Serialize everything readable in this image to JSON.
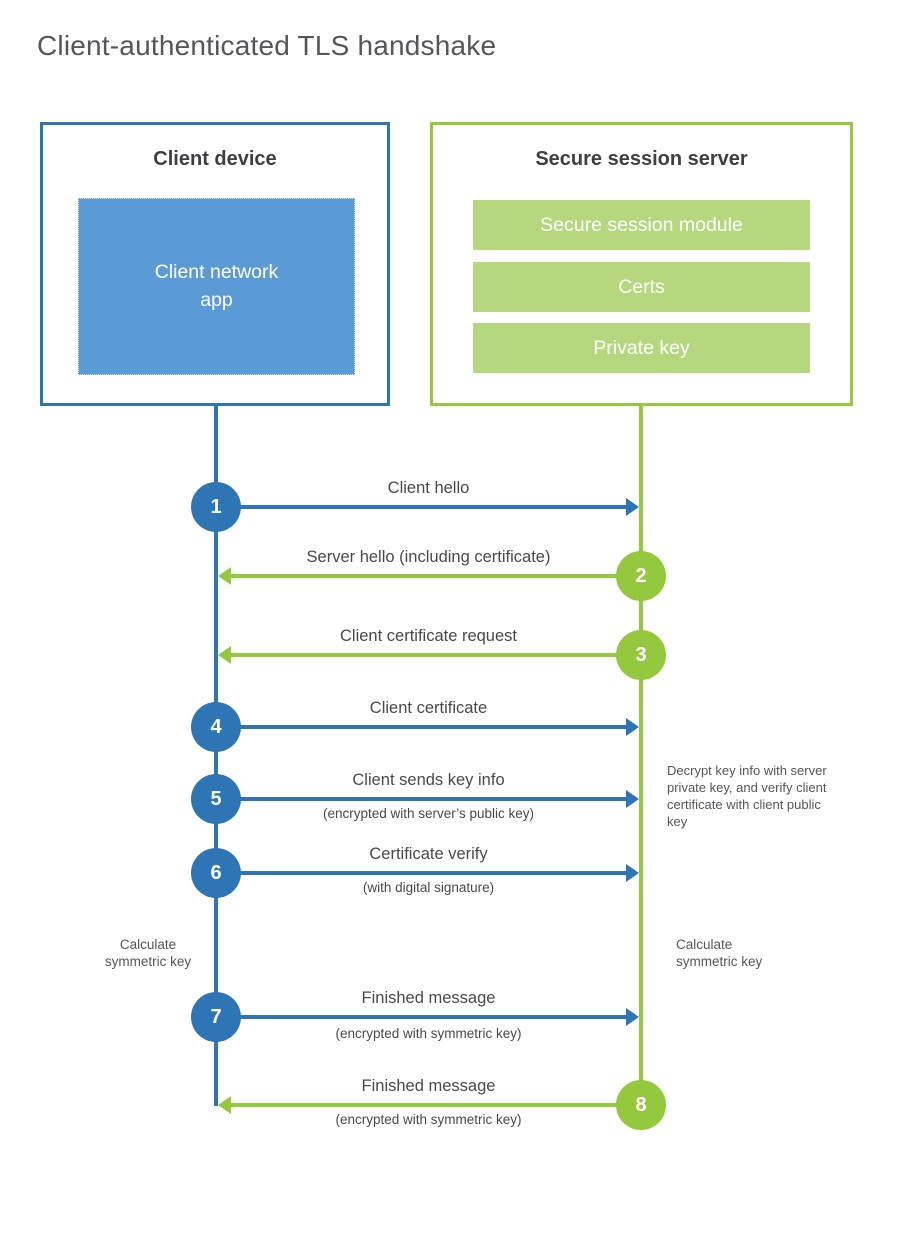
{
  "title": "Client-authenticated TLS handshake",
  "client_box": {
    "header": "Client device",
    "app_label": "Client network app"
  },
  "server_box": {
    "header": "Secure session server",
    "modules": [
      "Secure session module",
      "Certs",
      "Private key"
    ]
  },
  "messages": [
    {
      "num": "1",
      "label": "Client hello",
      "sublabel": "",
      "direction": "client-to-server"
    },
    {
      "num": "2",
      "label": "Server hello (including certificate)",
      "sublabel": "",
      "direction": "server-to-client"
    },
    {
      "num": "3",
      "label": "Client certificate request",
      "sublabel": "",
      "direction": "server-to-client"
    },
    {
      "num": "4",
      "label": "Client certificate",
      "sublabel": "",
      "direction": "client-to-server"
    },
    {
      "num": "5",
      "label": "Client sends key info",
      "sublabel": "(encrypted with server’s public key)",
      "direction": "client-to-server"
    },
    {
      "num": "6",
      "label": "Certificate verify",
      "sublabel": "(with digital signature)",
      "direction": "client-to-server"
    },
    {
      "num": "7",
      "label": "Finished message",
      "sublabel": "(encrypted with symmetric key)",
      "direction": "client-to-server"
    },
    {
      "num": "8",
      "label": "Finished message",
      "sublabel": "(encrypted with symmetric key)",
      "direction": "server-to-client"
    }
  ],
  "annotations": {
    "decrypt_note": "Decrypt key info with server private key, and verify client certificate with client public key",
    "calc_left": "Calculate symmetric key",
    "calc_right": "Calculate symmetric key"
  },
  "colors": {
    "blue": "#2E75B6",
    "blue-fill": "#5B9BD5",
    "green": "#94C83D",
    "green-fill": "#B5D87E"
  }
}
